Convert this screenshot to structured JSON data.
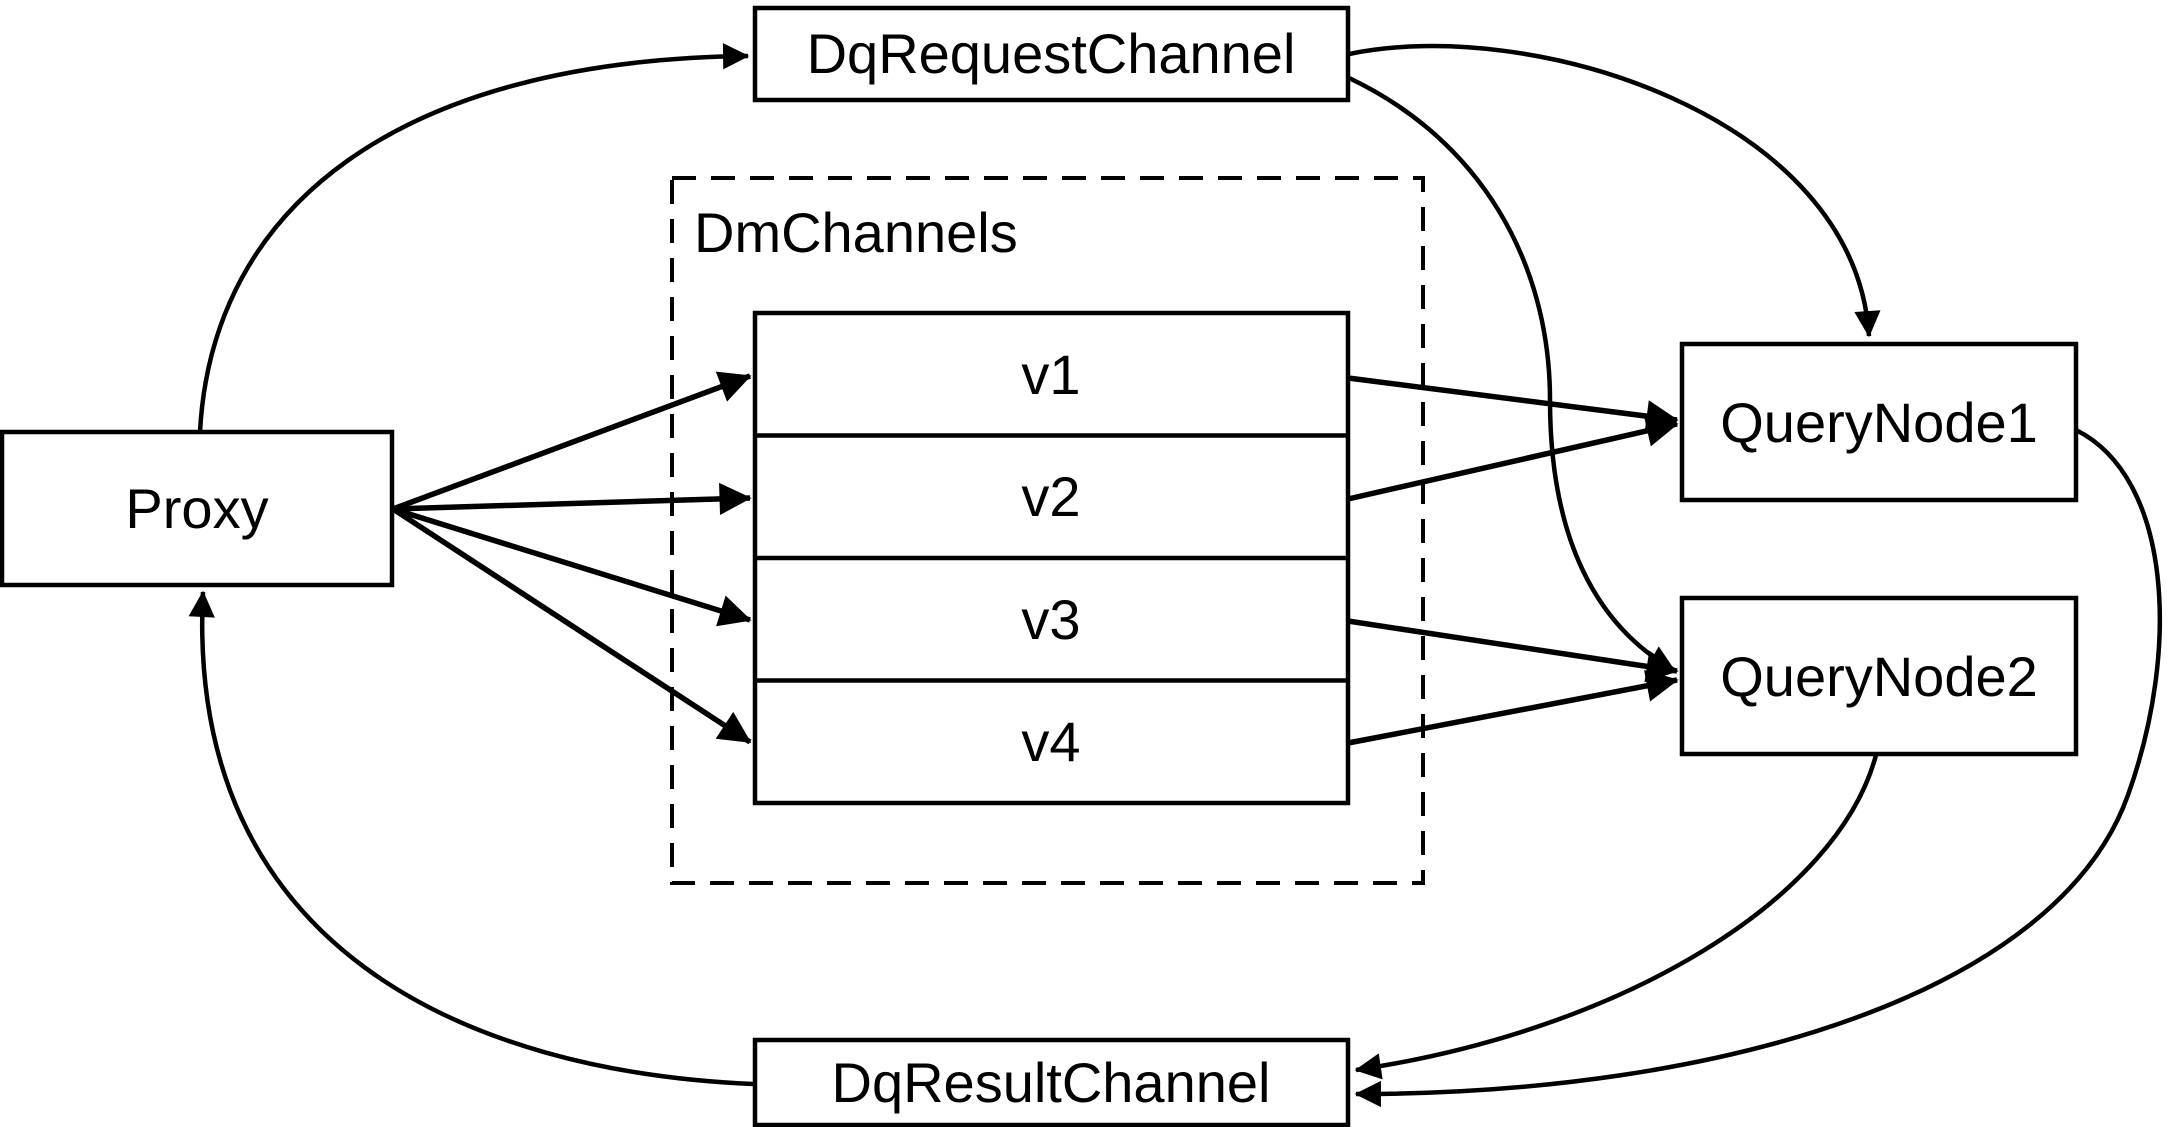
{
  "diagram": {
    "nodes": {
      "dq_request_channel": {
        "label": "DqRequestChannel"
      },
      "proxy": {
        "label": "Proxy"
      },
      "dm_channels": {
        "label": "DmChannels",
        "channels": [
          {
            "label": "v1"
          },
          {
            "label": "v2"
          },
          {
            "label": "v3"
          },
          {
            "label": "v4"
          }
        ]
      },
      "query_node_1": {
        "label": "QueryNode1"
      },
      "query_node_2": {
        "label": "QueryNode2"
      },
      "dq_result_channel": {
        "label": "DqResultChannel"
      }
    },
    "edges": [
      {
        "from": "Proxy",
        "to": "DqRequestChannel"
      },
      {
        "from": "Proxy",
        "to": "v1"
      },
      {
        "from": "Proxy",
        "to": "v2"
      },
      {
        "from": "Proxy",
        "to": "v3"
      },
      {
        "from": "Proxy",
        "to": "v4"
      },
      {
        "from": "v1",
        "to": "QueryNode1"
      },
      {
        "from": "v2",
        "to": "QueryNode1"
      },
      {
        "from": "v3",
        "to": "QueryNode2"
      },
      {
        "from": "v4",
        "to": "QueryNode2"
      },
      {
        "from": "DqRequestChannel",
        "to": "QueryNode1"
      },
      {
        "from": "DqRequestChannel",
        "to": "QueryNode2"
      },
      {
        "from": "QueryNode1",
        "to": "DqResultChannel"
      },
      {
        "from": "QueryNode2",
        "to": "DqResultChannel"
      },
      {
        "from": "DqResultChannel",
        "to": "Proxy"
      }
    ],
    "colors": {
      "line": "#000000",
      "node_fill": "#ffffff",
      "background": "#ffffff"
    }
  }
}
